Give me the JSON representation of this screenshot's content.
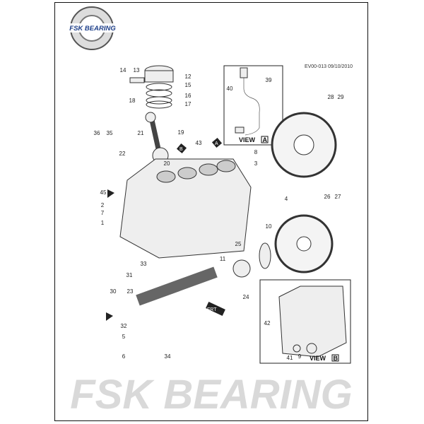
{
  "header": {
    "doc_code": "EV00-013 09/10/2010"
  },
  "logo": {
    "text": "FSK BEARING"
  },
  "watermark": {
    "text": "FSK BEARING"
  },
  "views": {
    "view_a": "VIEW",
    "view_a_letter": "A",
    "view_b": "VIEW",
    "view_b_letter": "B"
  },
  "arrows": {
    "a": "A",
    "b": "B",
    "front": "FRT"
  },
  "callouts": [
    "14",
    "13",
    "12",
    "15",
    "16",
    "17",
    "18",
    "19",
    "21",
    "36",
    "35",
    "22",
    "20",
    "43",
    "8",
    "3",
    "4",
    "10",
    "45",
    "2",
    "7",
    "1",
    "33",
    "31",
    "11",
    "25",
    "30",
    "23",
    "24",
    "32",
    "5",
    "6",
    "34",
    "28",
    "29",
    "26",
    "27",
    "39",
    "40",
    "42",
    "41",
    "9"
  ]
}
